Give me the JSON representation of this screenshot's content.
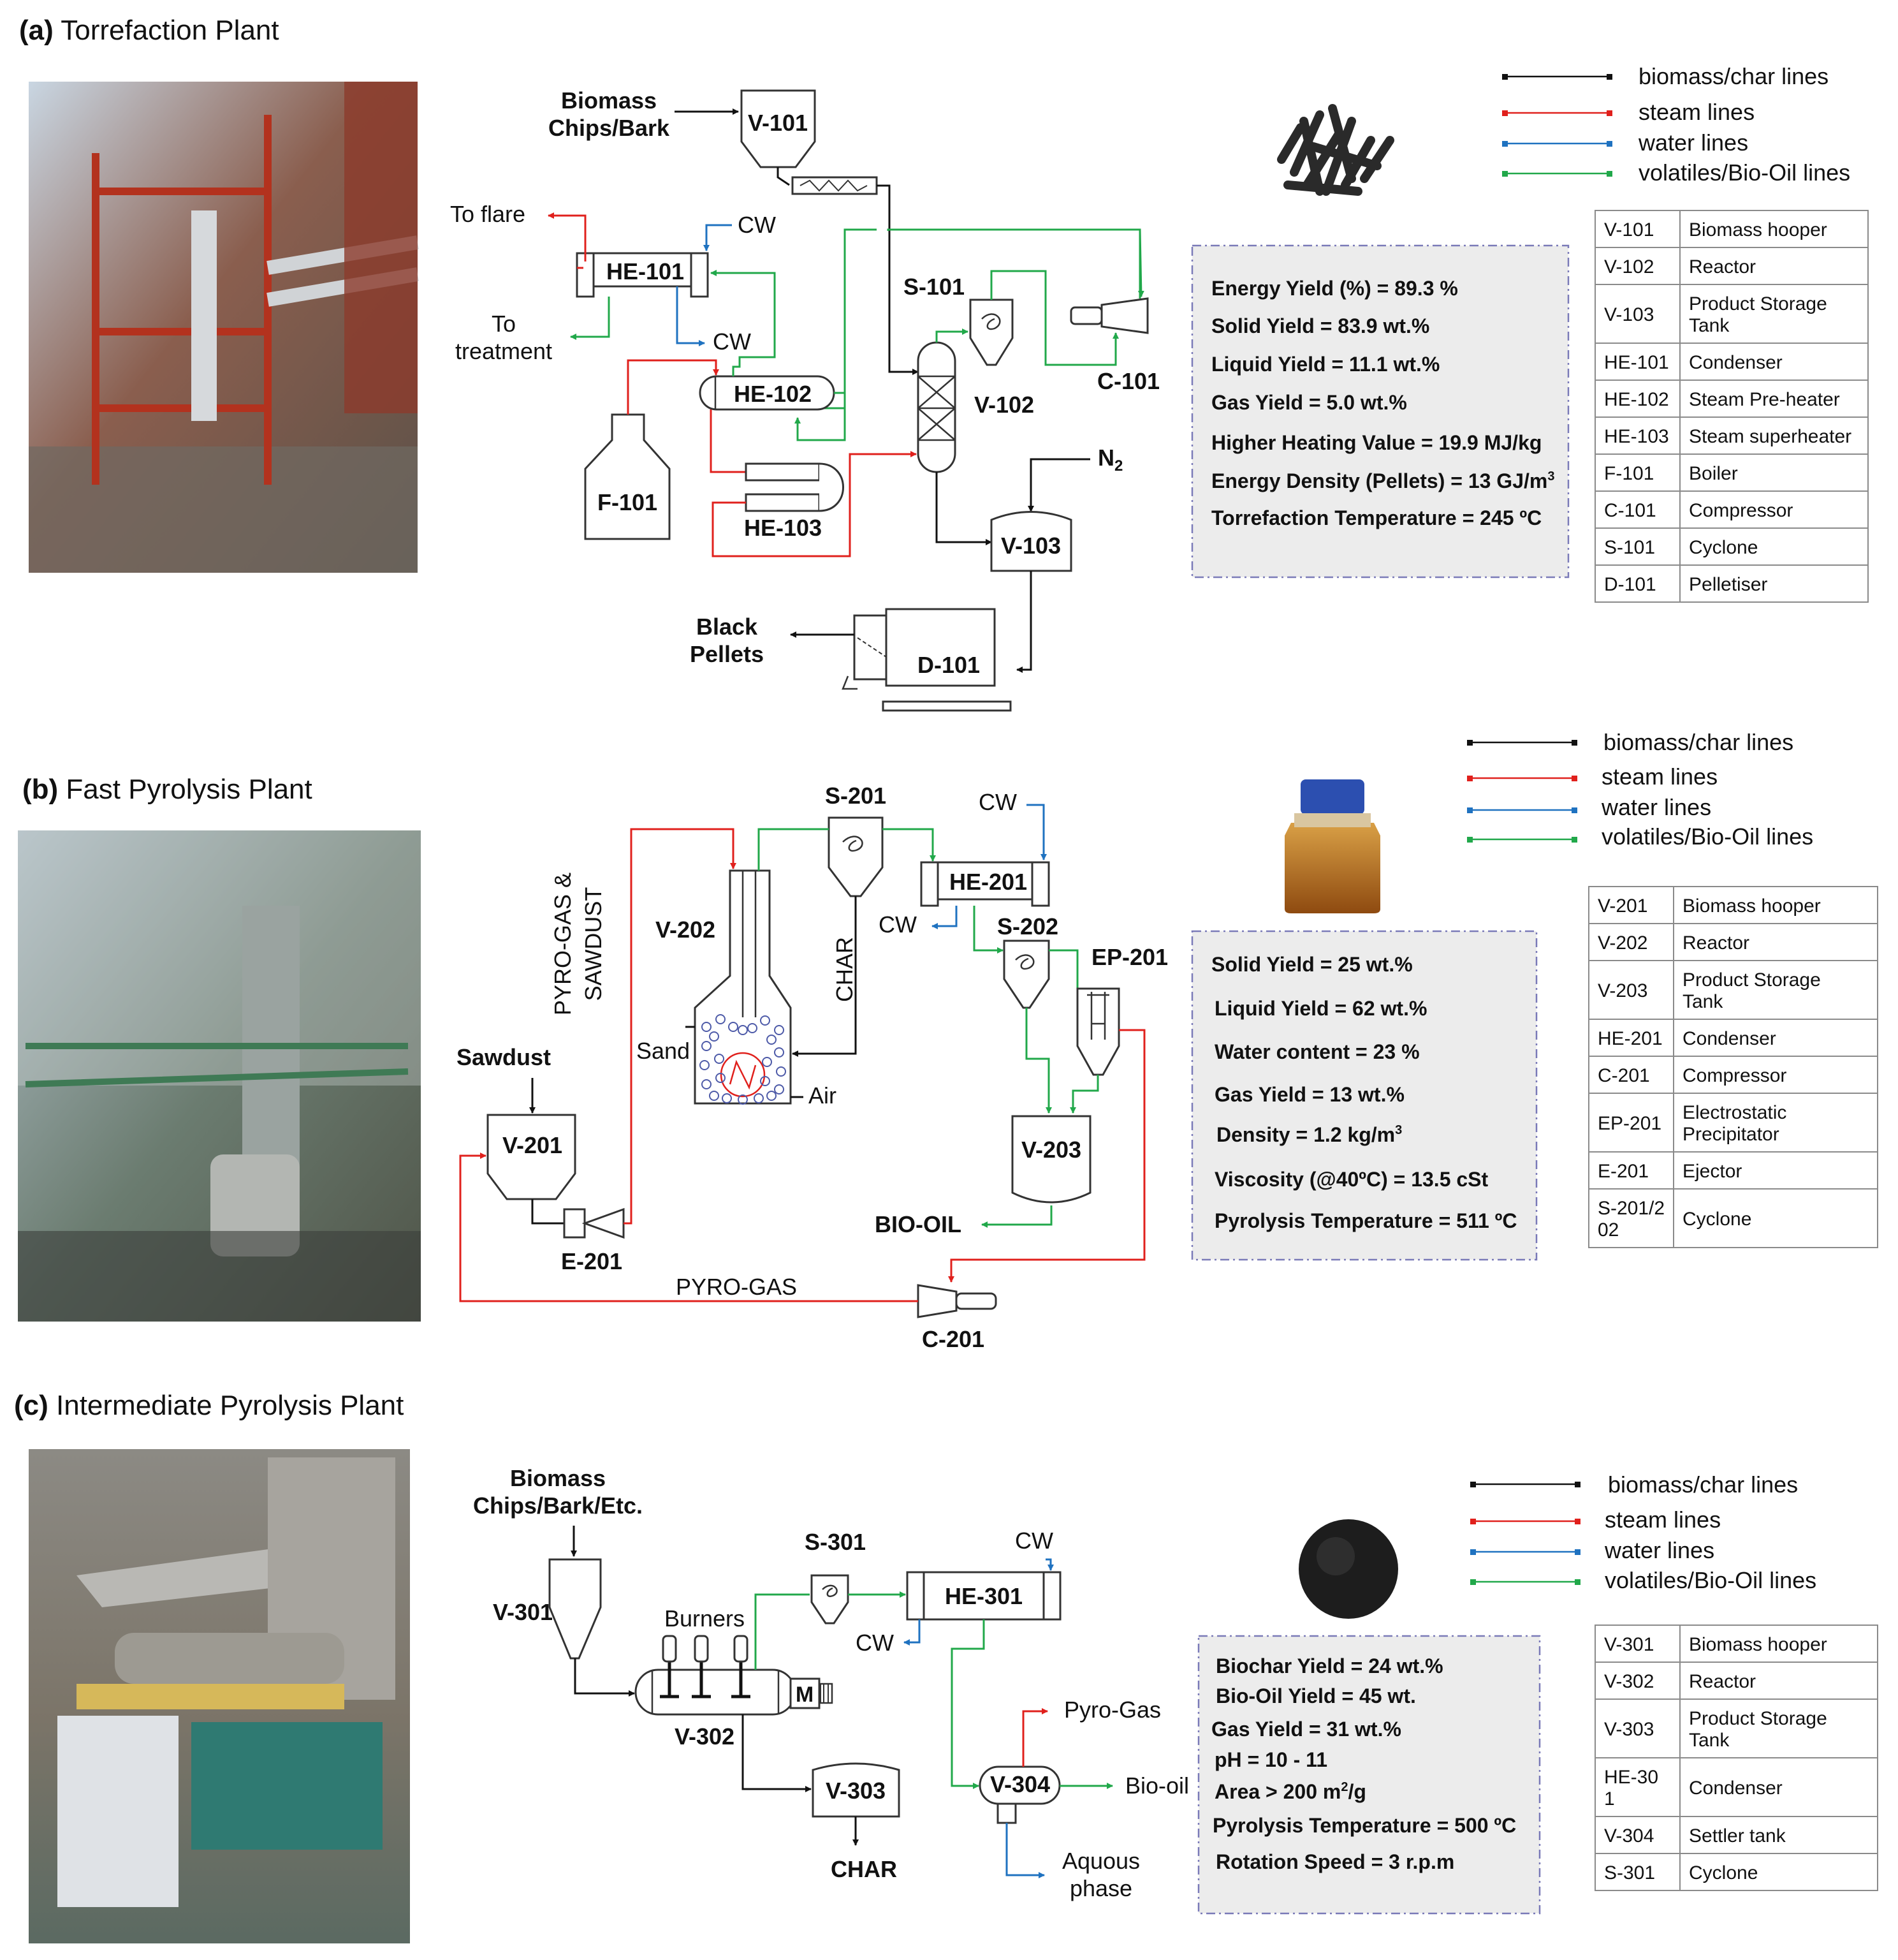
{
  "panels": {
    "a": {
      "letter": "(a)",
      "title": "Torrefaction Plant",
      "feed_1": "Biomass",
      "feed_2": "Chips/Bark",
      "equipment": {
        "v101": "V-101",
        "he101": "HE-101",
        "he102": "HE-102",
        "he103": "HE-103",
        "f101": "F-101",
        "s101": "S-101",
        "v102": "V-102",
        "c101": "C-101",
        "v103": "V-103",
        "d101": "D-101"
      },
      "streams": {
        "to_flare": "To flare",
        "cw_in": "CW",
        "cw_out": "CW",
        "to_treatment_1": "To",
        "to_treatment_2": "treatment",
        "n2": "N",
        "n2_sub": "2",
        "product_1": "Black",
        "product_2": "Pellets"
      },
      "results": [
        "Energy Yield (%) = 89.3 %",
        "Solid Yield = 83.9 wt.%",
        "Liquid Yield = 11.1 wt.%",
        "Gas Yield = 5.0 wt.%",
        "Higher Heating Value = 19.9 MJ/kg",
        "Energy Density (Pellets) = 13 GJ/m",
        "Torrefaction Temperature = 245 ºC"
      ],
      "results_sup": "3",
      "table": [
        {
          "code": "V-101",
          "desc": [
            "Biomass hooper"
          ]
        },
        {
          "code": "V-102",
          "desc": [
            "Reactor"
          ]
        },
        {
          "code": "V-103",
          "desc": [
            "Product Storage",
            "Tank"
          ]
        },
        {
          "code": "HE-101",
          "desc": [
            "Condenser"
          ]
        },
        {
          "code": "HE-102",
          "desc": [
            "Steam Pre-heater"
          ]
        },
        {
          "code": "HE-103",
          "desc": [
            "Steam superheater"
          ]
        },
        {
          "code": "F-101",
          "desc": [
            "Boiler"
          ]
        },
        {
          "code": "C-101",
          "desc": [
            "Compressor"
          ]
        },
        {
          "code": "S-101",
          "desc": [
            "Cyclone"
          ]
        },
        {
          "code": "D-101",
          "desc": [
            "Pelletiser"
          ]
        }
      ]
    },
    "b": {
      "letter": "(b)",
      "title": "Fast Pyrolysis Plant",
      "equipment": {
        "s201": "S-201",
        "he201": "HE-201",
        "v202": "V-202",
        "s202": "S-202",
        "ep201": "EP-201",
        "v201": "V-201",
        "e201": "E-201",
        "v203": "V-203",
        "c201": "C-201"
      },
      "streams": {
        "cw_in": "CW",
        "cw_out": "CW",
        "pyro_sawdust_1": "PYRO-GAS &",
        "pyro_sawdust_2": "SAWDUST",
        "char": "CHAR",
        "sand": "Sand",
        "air": "Air",
        "sawdust": "Sawdust",
        "bio_oil": "BIO-OIL",
        "pyro_gas": "PYRO-GAS"
      },
      "results": [
        "Solid Yield = 25 wt.%",
        "Liquid Yield = 62 wt.%",
        "Water content = 23 %",
        "Gas Yield = 13 wt.%",
        "Density = 1.2 kg/m",
        "Viscosity (@40ºC) = 13.5 cSt",
        "Pyrolysis Temperature = 511 ºC"
      ],
      "results_sup": "3",
      "table": [
        {
          "code": "V-201",
          "desc": [
            "Biomass hooper"
          ]
        },
        {
          "code": "V-202",
          "desc": [
            "Reactor"
          ]
        },
        {
          "code": "V-203",
          "desc": [
            "Product Storage",
            "Tank"
          ]
        },
        {
          "code": "HE-201",
          "desc": [
            "Condenser"
          ]
        },
        {
          "code": "C-201",
          "desc": [
            "Compressor"
          ]
        },
        {
          "code": "EP-201",
          "desc": [
            "Electrostatic",
            "Precipitator"
          ]
        },
        {
          "code": "E-201",
          "desc": [
            "Ejector"
          ]
        },
        {
          "code": "S-201/2\n02",
          "desc": [
            "Cyclone"
          ]
        }
      ]
    },
    "c": {
      "letter": "(c)",
      "title": "Intermediate Pyrolysis Plant",
      "feed_1": "Biomass",
      "feed_2": "Chips/Bark/Etc.",
      "equipment": {
        "s301": "S-301",
        "he301": "HE-301",
        "v301": "V-301",
        "v302": "V-302",
        "v303": "V-303",
        "v304": "V-304",
        "motor": "M"
      },
      "streams": {
        "cw_in": "CW",
        "cw_out": "CW",
        "burners": "Burners",
        "char": "CHAR",
        "pyro_gas": "Pyro-Gas",
        "bio_oil": "Bio-oil",
        "aquous_1": "Aquous",
        "aquous_2": "phase"
      },
      "results": [
        "Biochar Yield = 24 wt.%",
        "Bio-Oil Yield = 45 wt.",
        "Gas Yield = 31 wt.%",
        "pH = 10 - 11",
        "Area > 200 m",
        "Pyrolysis Temperature = 500 ºC",
        "Rotation Speed = 3 r.p.m"
      ],
      "area_sup": "2",
      "area_unit": "/g",
      "table": [
        {
          "code": "V-301",
          "desc": [
            "Biomass hooper"
          ]
        },
        {
          "code": "V-302",
          "desc": [
            "Reactor"
          ]
        },
        {
          "code": "V-303",
          "desc": [
            "Product Storage",
            "Tank"
          ]
        },
        {
          "code": "HE-30\n1",
          "desc": [
            "Condenser"
          ]
        },
        {
          "code": "V-304",
          "desc": [
            "Settler tank"
          ]
        },
        {
          "code": "S-301",
          "desc": [
            "Cyclone"
          ]
        }
      ]
    }
  },
  "legend": [
    {
      "label": "biomass/char lines",
      "color": "#111111"
    },
    {
      "label": "steam lines",
      "color": "#e0201c"
    },
    {
      "label": "water lines",
      "color": "#1f72c0"
    },
    {
      "label": " volatiles/Bio-Oil lines",
      "color": "#21a84a"
    }
  ],
  "colors": {
    "biomass": "#111111",
    "steam": "#e0201c",
    "water": "#1f72c0",
    "volatiles": "#21a84a"
  }
}
